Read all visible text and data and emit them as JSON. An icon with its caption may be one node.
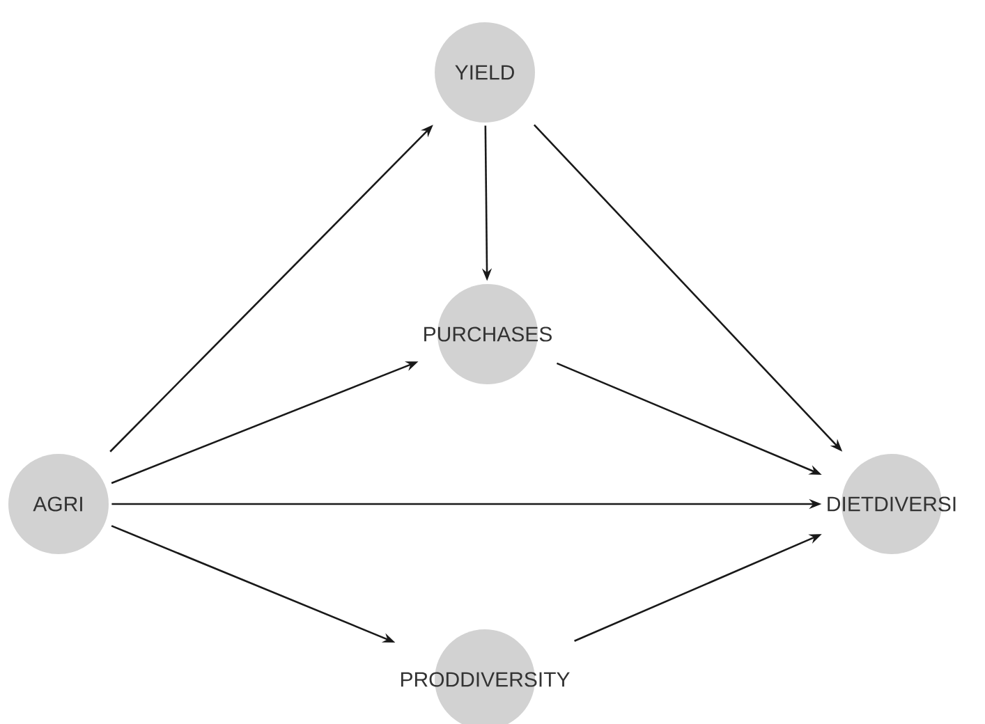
{
  "diagram": {
    "nodes": [
      {
        "text": [
          "YIELD"
        ]
      },
      {
        "text": [
          "PURCHASES"
        ]
      },
      {
        "text": [
          "AGRI"
        ]
      },
      {
        "text": [
          "DIETDIVERSI"
        ]
      },
      {
        "text": [
          "PRODDIVERSITY"
        ]
      }
    ],
    "edges": [
      {
        "from": 2,
        "to": 0,
        "arrow": "to"
      },
      {
        "from": 0,
        "to": 1,
        "arrow": "to"
      },
      {
        "from": 0,
        "to": 3,
        "arrow": "to"
      },
      {
        "from": 2,
        "to": 1,
        "arrow": "to"
      },
      {
        "from": 1,
        "to": 3,
        "arrow": "to"
      },
      {
        "from": 2,
        "to": 3,
        "arrow": "to"
      },
      {
        "from": 2,
        "to": 4,
        "arrow": "to"
      },
      {
        "from": 4,
        "to": 3,
        "arrow": "to"
      }
    ]
  }
}
